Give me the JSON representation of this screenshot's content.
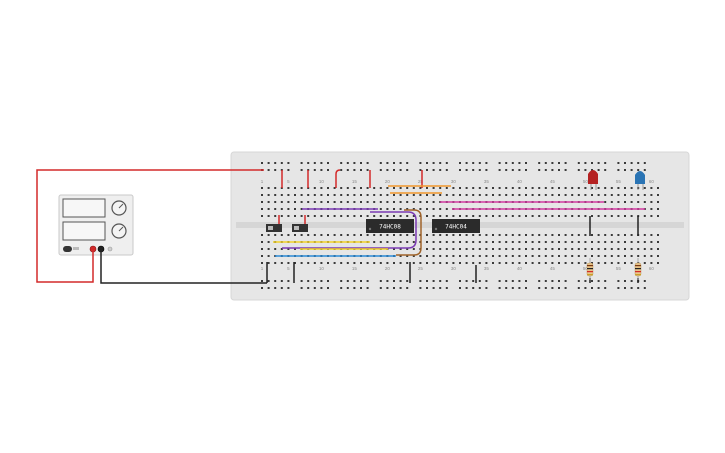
{
  "colors": {
    "board": "#e6e6e6",
    "hole": "#3a3a3a",
    "red": "#d32a2a",
    "black": "#222222",
    "orange": "#f0962a",
    "yellow": "#f2d22a",
    "blue": "#2a8ad6",
    "purple": "#7a3ab4",
    "pink": "#d23aa0",
    "brown": "#a0642a",
    "chip": "#2b2b2b",
    "led_red": "#b52222",
    "led_blue": "#2a74b4"
  },
  "breadboard": {
    "column_labels": [
      "1",
      "5",
      "10",
      "15",
      "20",
      "25",
      "30",
      "35",
      "40",
      "45",
      "50",
      "55",
      "60"
    ]
  },
  "chips": [
    {
      "label": "74HC08"
    },
    {
      "label": "74HC04"
    }
  ],
  "leds": [
    {
      "color": "red"
    },
    {
      "color": "blue"
    }
  ],
  "icons": {
    "power_supply": "power-supply-icon",
    "switch": "slide-switch-icon",
    "resistor": "resistor-icon",
    "led": "led-icon"
  }
}
